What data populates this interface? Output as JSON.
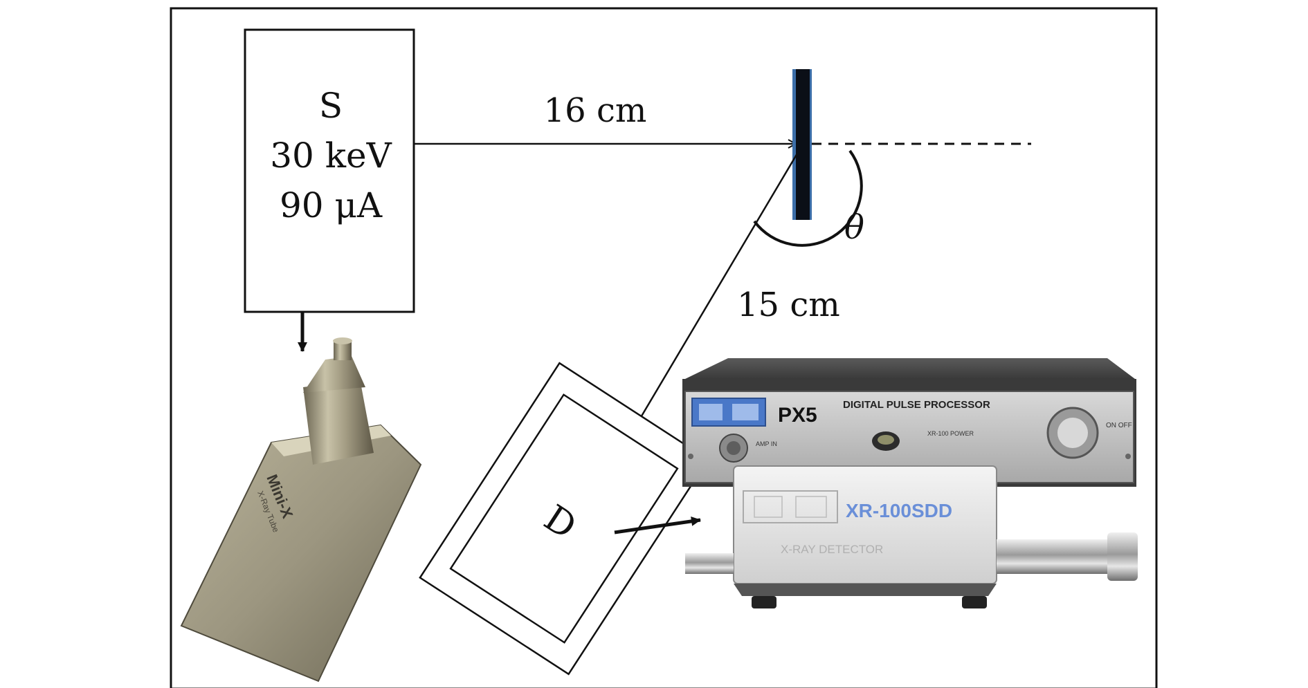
{
  "source": {
    "symbol": "S",
    "energy": "30 keV",
    "current": "90 μA"
  },
  "distances": {
    "source_to_target": "16 cm",
    "target_to_detector": "15 cm"
  },
  "angle_symbol": "θ",
  "detector_symbol": "D",
  "xray_tube": {
    "brand_text": "Mini-X",
    "sub_text": "X-Ray Tube"
  },
  "pulse_processor": {
    "model": "PX5",
    "title": "DIGITAL PULSE PROCESSOR",
    "amp_label": "AMP IN",
    "power_label": "XR-100 POWER",
    "onoff_label": "ON OFF"
  },
  "detector_unit": {
    "model": "XR-100SDD",
    "label": "X-RAY DETECTOR"
  },
  "colors": {
    "line": "#111111",
    "target_bar": "#0b0f17",
    "target_edge": "#3c6ea8",
    "device_blue": "#4a78c8",
    "model_text": "#6a8fd8"
  }
}
